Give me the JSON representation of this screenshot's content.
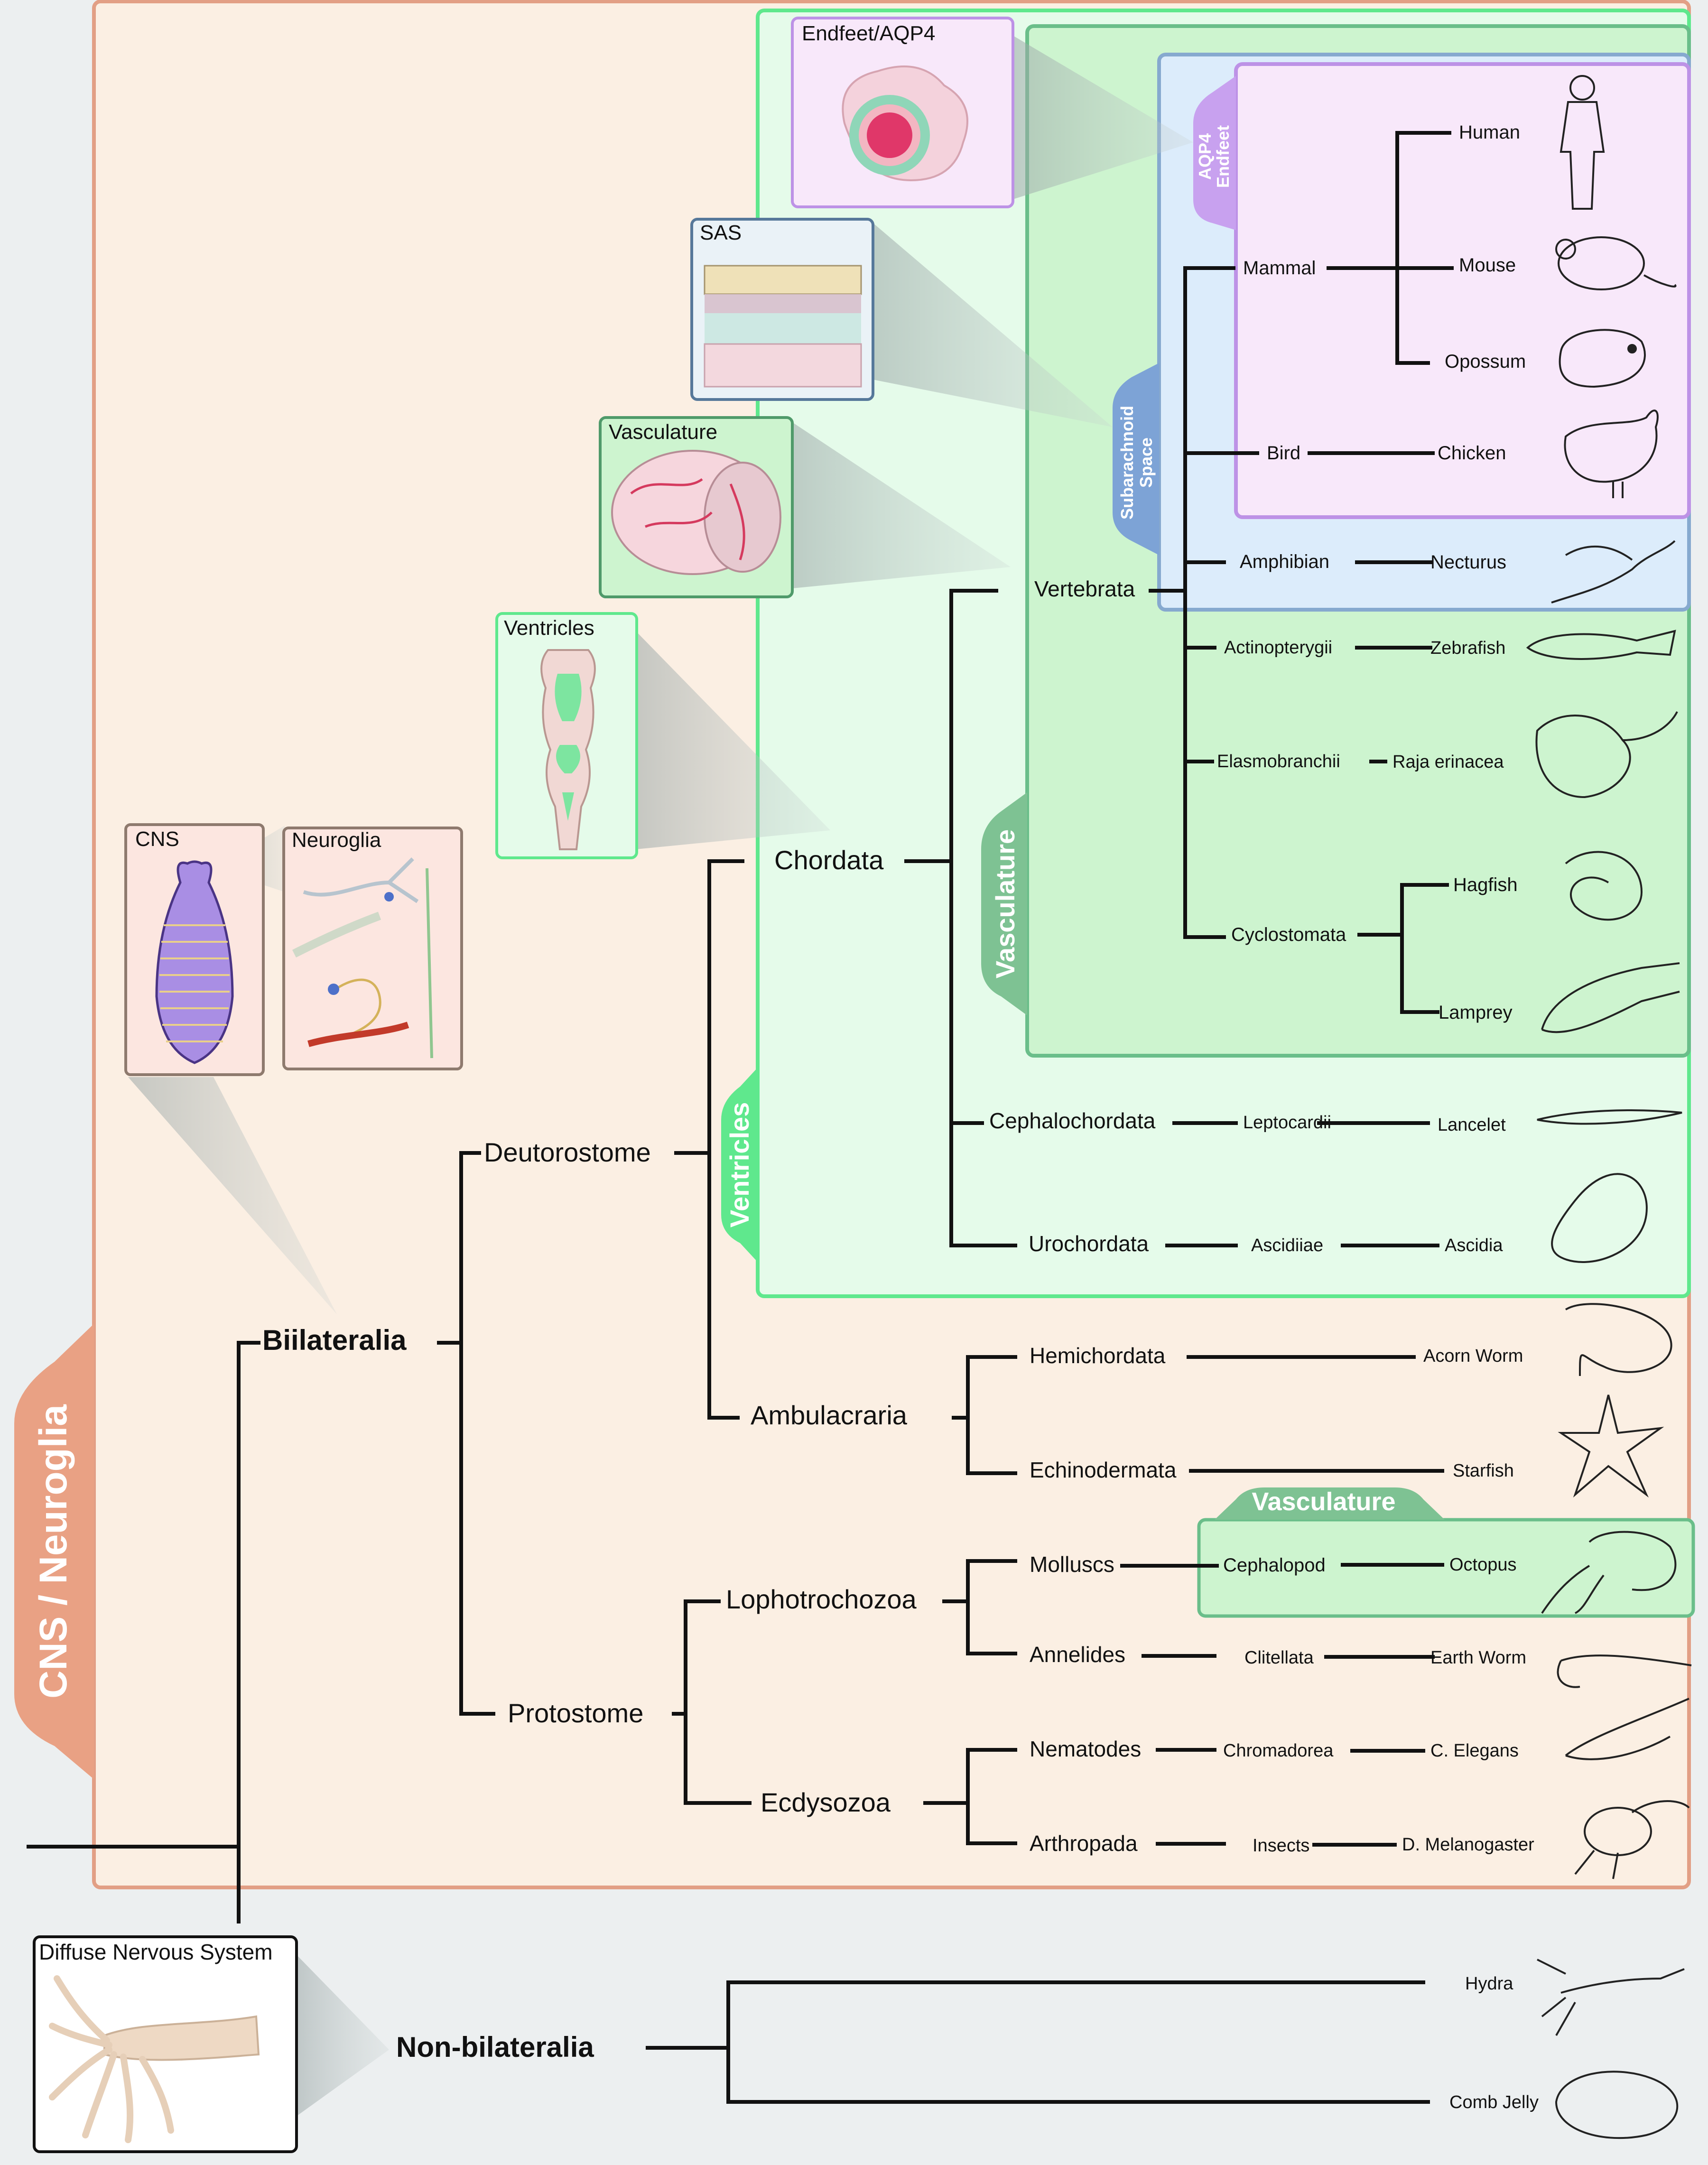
{
  "labels": {
    "cns_neuroglia": "CNS / Neuroglia",
    "ventricles": "Ventricles",
    "vasculature": "Vasculature",
    "subarachnoid": [
      "Subarachnoid",
      "Space"
    ],
    "aqp4": [
      "AQP4",
      "Endfeet"
    ],
    "vasculature_cephalopod": "Vasculature"
  },
  "panels": {
    "cns": "CNS",
    "neuroglia": "Neuroglia",
    "ventricles": "Ventricles",
    "vasculature": "Vasculature",
    "sas": "SAS",
    "endfeet": "Endfeet/AQP4",
    "diffuse": "Diffuse Nervous System"
  },
  "nodes": {
    "bilateralia": "Biilateralia",
    "non_bilateralia": "Non-bilateralia",
    "deutorostome": "Deutorostome",
    "protostome": "Protostome",
    "chordata": "Chordata",
    "ambulacraria": "Ambulacraria",
    "vertebrata": "Vertebrata",
    "cephalochordata": "Cephalochordata",
    "urochordata": "Urochordata",
    "mammal": "Mammal",
    "bird": "Bird",
    "amphibian": "Amphibian",
    "actinopterygii": "Actinopterygii",
    "elasmobranchii": "Elasmobranchii",
    "cyclostomata": "Cyclostomata",
    "leptocardii": "Leptocardii",
    "ascidiiae": "Ascidiiae",
    "hemichordata": "Hemichordata",
    "echinodermata": "Echinodermata",
    "lophotrochozoa": "Lophotrochozoa",
    "ecdysozoa": "Ecdysozoa",
    "molluscs": "Molluscs",
    "annelides": "Annelides",
    "nematodes": "Nematodes",
    "arthropada": "Arthropada",
    "cephalopod": "Cephalopod",
    "clitellata": "Clitellata",
    "chromadorea": "Chromadorea",
    "insects": "Insects"
  },
  "species": {
    "human": "Human",
    "mouse": "Mouse",
    "opossum": "Opossum",
    "chicken": "Chicken",
    "necturus": "Necturus",
    "zebrafish": "Zebrafish",
    "raja": "Raja erinacea",
    "hagfish": "Hagfish",
    "lamprey": "Lamprey",
    "lancelet": "Lancelet",
    "ascidia": "Ascidia",
    "acorn_worm": "Acorn Worm",
    "starfish": "Starfish",
    "octopus": "Octopus",
    "earth_worm": "Earth Worm",
    "c_elegans": "C. Elegans",
    "d_melanogaster": "D. Melanogaster",
    "hydra": "Hydra",
    "comb_jelly": "Comb Jelly"
  },
  "colors": {
    "cns_box_fill": "#fbefe3",
    "cns_box_stroke": "#e29f85",
    "cns_tab": "#e9a184",
    "ventricles_fill": "#e5fbea",
    "ventricles_stroke": "#5fe88d",
    "vasculature_fill": "#cdf4cf",
    "vasculature_stroke": "#6abe8a",
    "vasculature_tab": "#7ec293",
    "subarachnoid_fill": "#dcecfb",
    "subarachnoid_stroke": "#86a9cf",
    "subarachnoid_tab": "#7da3d6",
    "aqp4_fill": "#f8e8fa",
    "aqp4_stroke": "#bd92e6",
    "aqp4_tab": "#c8a1ef",
    "tree_line": "#111111"
  },
  "icons": [
    "human-icon",
    "mouse-icon",
    "opossum-icon",
    "chicken-icon",
    "necturus-icon",
    "zebrafish-icon",
    "skate-icon",
    "hagfish-icon",
    "lamprey-icon",
    "lancelet-icon",
    "ascidia-icon",
    "acorn-worm-icon",
    "starfish-icon",
    "octopus-icon",
    "earthworm-icon",
    "c-elegans-icon",
    "fruit-fly-icon",
    "hydra-icon",
    "comb-jelly-icon"
  ]
}
